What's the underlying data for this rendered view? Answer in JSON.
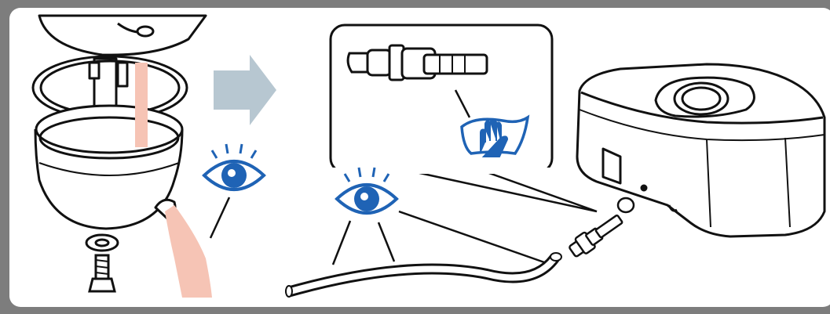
{
  "figure": {
    "type": "maintenance-illustration",
    "steps": [
      {
        "name": "fuel-sediment-cup",
        "action": "remove-and-drain"
      },
      {
        "name": "fuel-tank-and-line",
        "action": "inspect-and-clean"
      }
    ],
    "colors": {
      "frame_outer": "#7d7d7d",
      "panel_bg": "#ffffff",
      "arrow": "#b7c7d1",
      "fuel_flow": "#f6c4b5",
      "inspect_icon": "#1f63b5",
      "outline": "#111111",
      "cloth_fill": "#ffffff"
    },
    "icons": {
      "inspect": "eye-icon",
      "clean": "cloth-hand-icon",
      "step_arrow": "arrow-right-icon"
    }
  }
}
